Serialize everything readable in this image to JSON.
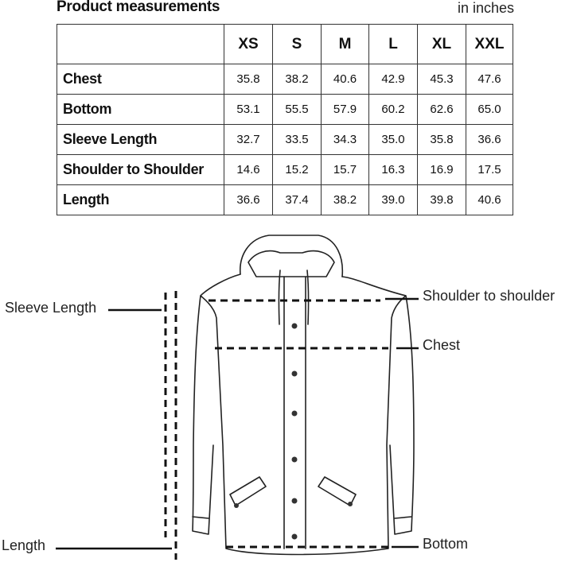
{
  "header": {
    "title": "Product measurements",
    "unit": "in inches"
  },
  "table": {
    "sizes": [
      "XS",
      "S",
      "M",
      "L",
      "XL",
      "XXL"
    ],
    "rows": [
      {
        "label": "Chest",
        "values": [
          "35.8",
          "38.2",
          "40.6",
          "42.9",
          "45.3",
          "47.6"
        ]
      },
      {
        "label": "Bottom",
        "values": [
          "53.1",
          "55.5",
          "57.9",
          "60.2",
          "62.6",
          "65.0"
        ]
      },
      {
        "label": "Sleeve Length",
        "values": [
          "32.7",
          "33.5",
          "34.3",
          "35.0",
          "35.8",
          "36.6"
        ]
      },
      {
        "label": "Shoulder to Shoulder",
        "values": [
          "14.6",
          "15.2",
          "15.7",
          "16.3",
          "16.9",
          "17.5"
        ]
      },
      {
        "label": "Length",
        "values": [
          "36.6",
          "37.4",
          "38.2",
          "39.0",
          "39.8",
          "40.6"
        ]
      }
    ]
  },
  "diagram": {
    "labels": {
      "sleeve_length": "Sleeve Length",
      "length": "Length",
      "shoulder": "Shoulder to shoulder",
      "chest": "Chest",
      "bottom": "Bottom"
    }
  }
}
